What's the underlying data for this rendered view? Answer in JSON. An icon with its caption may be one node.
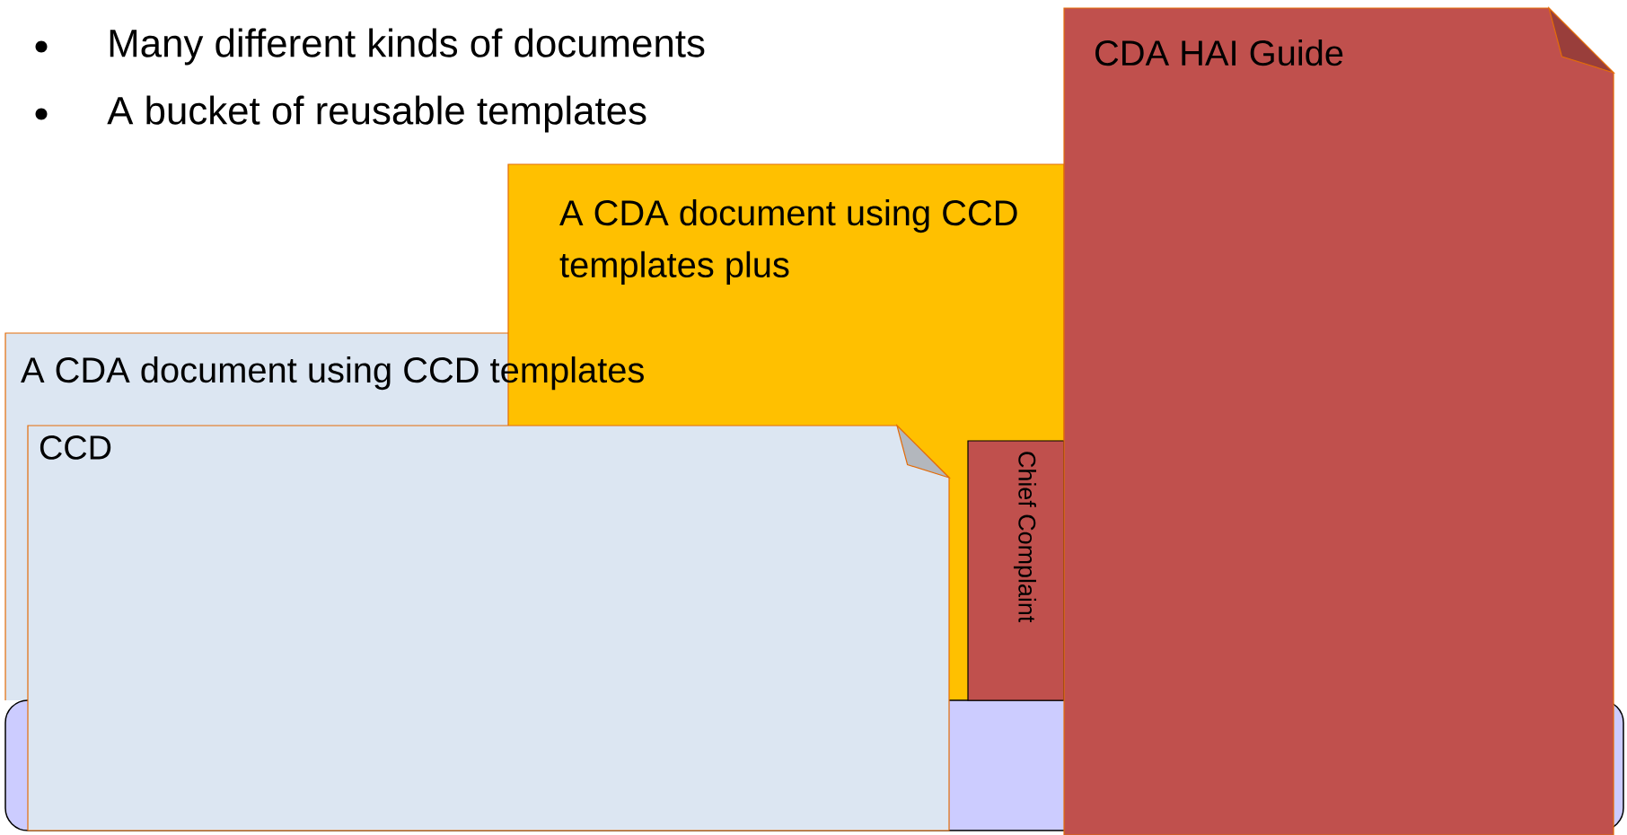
{
  "diagram": {
    "nodes": [
      {
        "text": [
          "A CDA document using CCD templates"
        ]
      },
      {
        "text": [
          "A CDA document using CCD templates plus"
        ]
      },
      {
        "text": [],
        "shape": "bar"
      },
      {
        "text": [
          "CCD"
        ]
      },
      {
        "text": [
          "Chief Complaint"
        ],
        "in": 1
      },
      {
        "text": [
          "CDA HAI Guide"
        ]
      }
    ],
    "labels": [
      "Many different kinds of documents",
      "A bucket of reusable templates"
    ]
  }
}
